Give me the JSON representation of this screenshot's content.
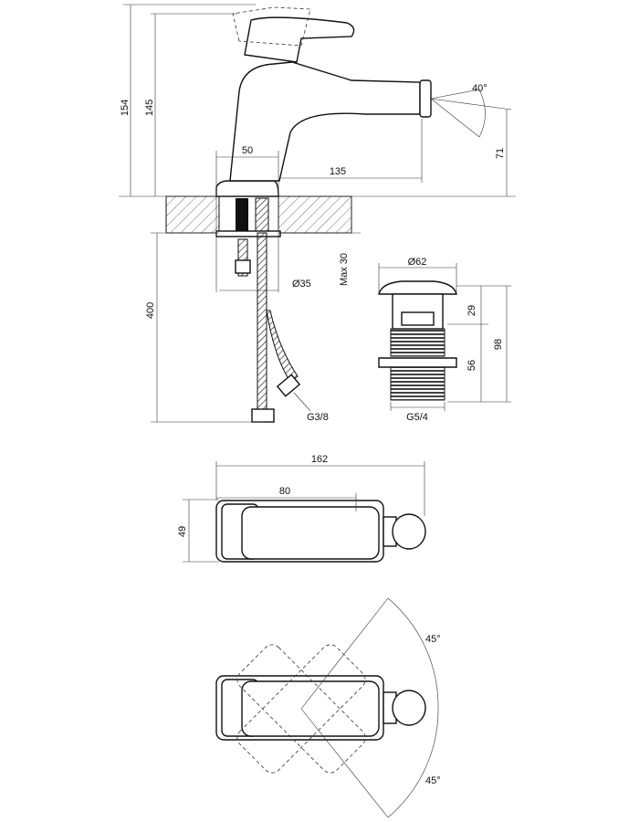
{
  "side_view": {
    "height_total": "154",
    "height_spout": "145",
    "spray_angle": "40°",
    "aerator_height": "71",
    "base_width": "50",
    "spout_reach": "135",
    "hose_length": "400",
    "max_counter": "Max 30",
    "hole_diameter": "Ø35",
    "hose_thread": "G3/8"
  },
  "waste": {
    "cap_diameter": "Ø62",
    "cap_height": "29",
    "total_height": "98",
    "thread_length": "56",
    "thread": "G5/4"
  },
  "top_view": {
    "length": "162",
    "handle_length": "80",
    "width": "49"
  },
  "rotation_view": {
    "angle_upper": "45°",
    "angle_lower": "45°"
  }
}
